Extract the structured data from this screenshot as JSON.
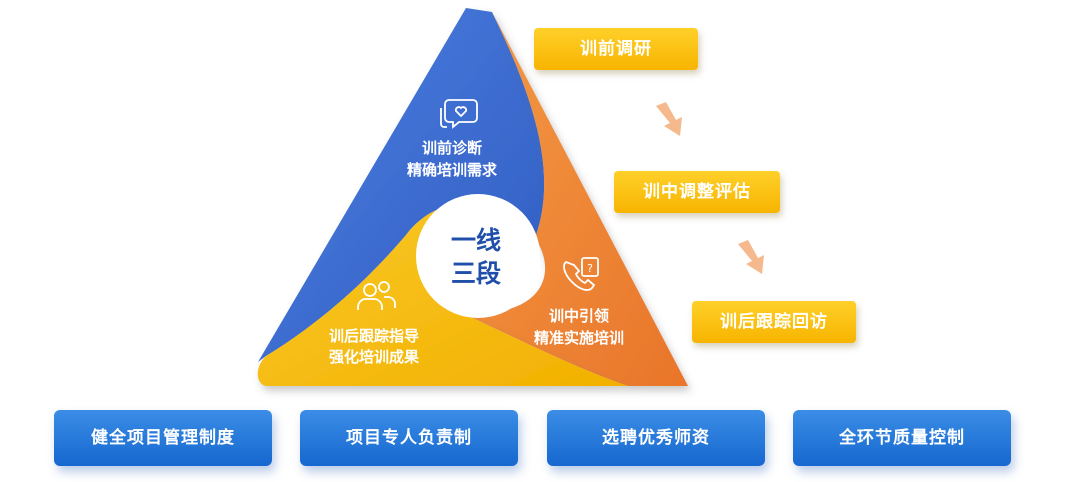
{
  "triangle": {
    "center_line1": "一线",
    "center_line2": "三段",
    "segments": [
      {
        "line1": "训前诊断",
        "line2": "精确培训需求",
        "icon": "chat-heart-icon",
        "color": "#3f6fd1"
      },
      {
        "line1": "训中引领",
        "line2": "精准实施培训",
        "icon": "phone-question-icon",
        "color": "#ef8032"
      },
      {
        "line1": "训后跟踪指导",
        "line2": "强化培训成果",
        "icon": "people-icon",
        "color": "#f6bd14"
      }
    ]
  },
  "steps": [
    "训前调研",
    "训中调整评估",
    "训后跟踪回访"
  ],
  "pillars": [
    "健全项目管理制度",
    "项目专人负责制",
    "选聘优秀师资",
    "全环节质量控制"
  ],
  "colors": {
    "blue": "#3f6fd1",
    "orange": "#ef8032",
    "yellow": "#f6bd14",
    "step": "#f7b400",
    "pill": "#1f6fd6"
  }
}
